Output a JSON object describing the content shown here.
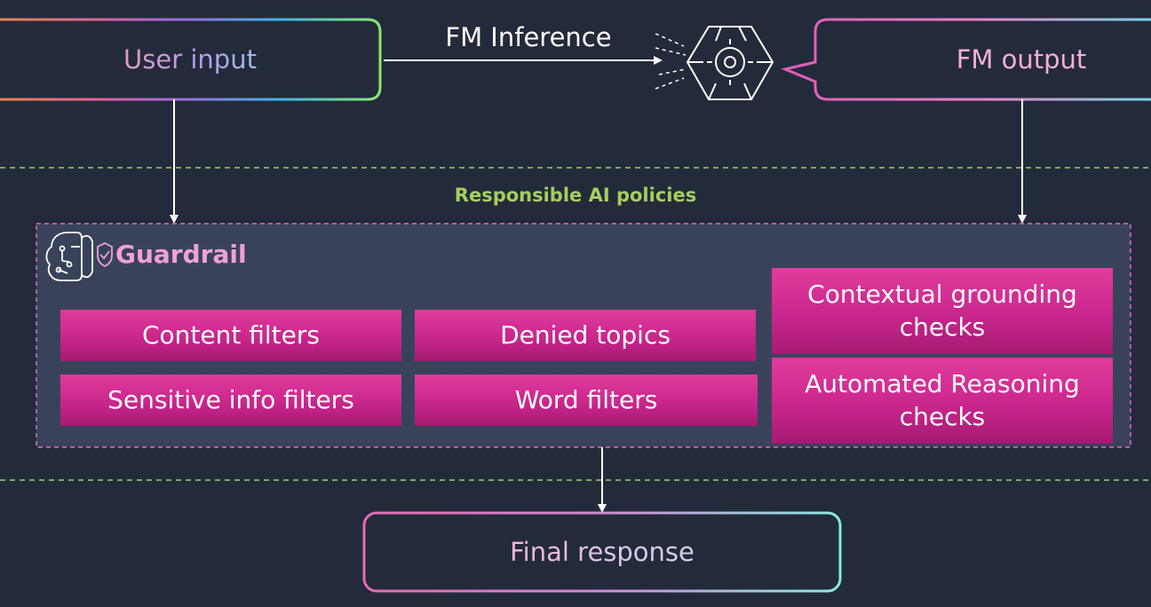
{
  "diagram": {
    "nodes": {
      "user_input": "User input",
      "fm_inference": "FM Inference",
      "fm_output": "FM output",
      "final_response": "Final response"
    },
    "policy_band_label": "Responsible AI policies",
    "guardrail": {
      "title": "Guardrail",
      "filters": {
        "content": "Content filters",
        "denied_topics": "Denied topics",
        "sensitive_info": "Sensitive info filters",
        "word": "Word filters",
        "contextual_grounding": "Contextual grounding checks",
        "automated_reasoning": "Automated Reasoning checks"
      }
    },
    "colors": {
      "background": "#232b3b",
      "guardrail_panel": "#38435a",
      "filter_box": "#c9268c",
      "policy_dash": "#a8cd5f",
      "guardrail_dash": "#e56bb4",
      "guardrail_title": "#f1a0d6"
    },
    "icons": [
      "foundation-model-icon",
      "guardrail-brain-shield-icon"
    ]
  }
}
